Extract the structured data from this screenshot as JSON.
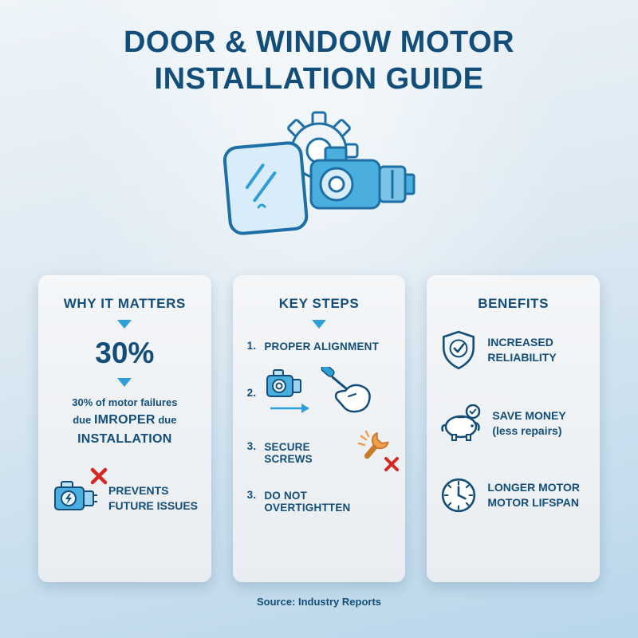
{
  "title": {
    "line1": "DOOR & WINDOW MOTOR",
    "line2": "INSTALLATION GUIDE"
  },
  "why": {
    "header": "WHY IT MATTERS",
    "stat": "30%",
    "body_line1": "30% of motor failures",
    "body_due1": "due",
    "body_improper": "IMROPER",
    "body_due2": "due",
    "body_installation": "INSTALLATION",
    "prevents": "PREVENTS\nFUTURE ISSUES"
  },
  "steps": {
    "header": "KEY STEPS",
    "items": [
      {
        "num": "1.",
        "label": "PROPER ALIGNMENT"
      },
      {
        "num": "2.",
        "label": ""
      },
      {
        "num": "3.",
        "label": "SECURE SCREWS"
      },
      {
        "num": "3.",
        "label": "DO NOT OVERTIGHTTEN"
      }
    ]
  },
  "benefits": {
    "header": "BENEFITS",
    "items": [
      {
        "icon": "shield-check-icon",
        "label": "INCREASED\nRELIABILITY"
      },
      {
        "icon": "piggy-bank-check-icon",
        "label": "SAVE MONEY\n(less repairs)"
      },
      {
        "icon": "clock-icon",
        "label": "LONGER MOTOR\nMOTOR LIFSPAN"
      }
    ]
  },
  "footer": {
    "source": "Source: Industry Reports"
  },
  "colors": {
    "accent_blue": "#2d9fd6",
    "dark_blue": "#134e7b",
    "red_x": "#d6281e",
    "motor_fill": "#4aaede",
    "card_bg": "#eef1f4",
    "wrench_orange": "#f0a04b"
  }
}
